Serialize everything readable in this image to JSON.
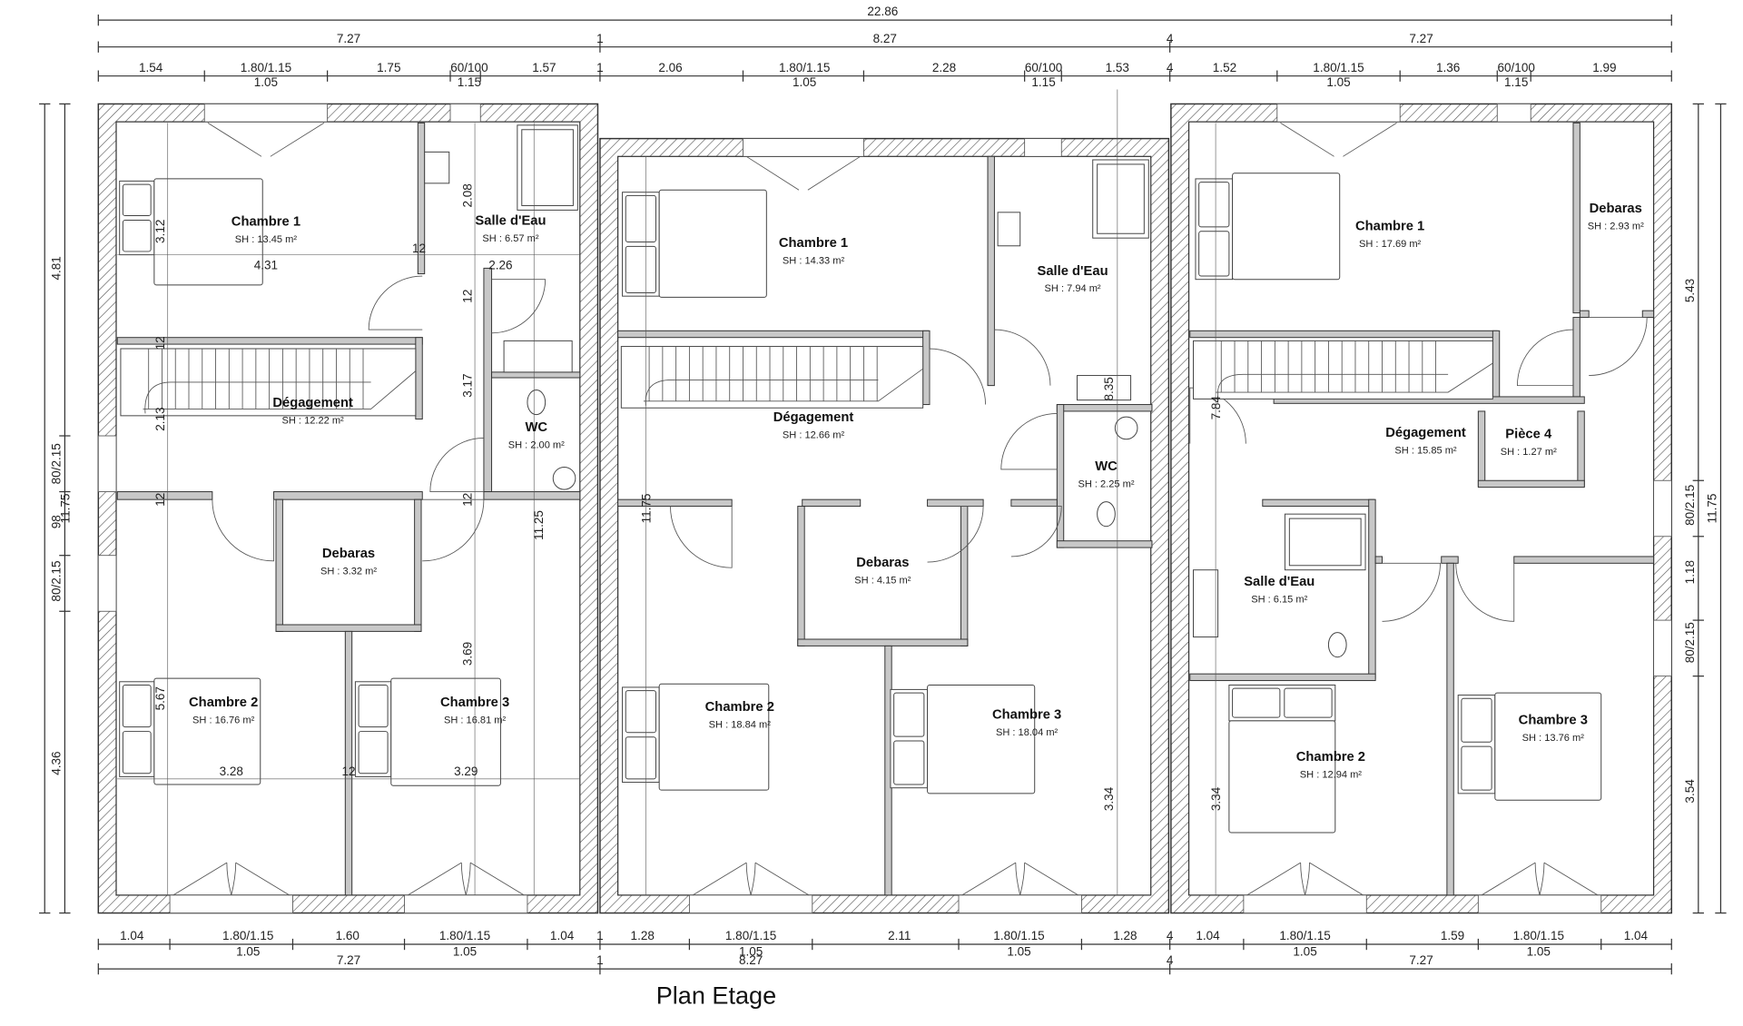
{
  "title": "Plan Etage",
  "colors": {
    "lines": "#333333",
    "walls_hatch": "#555555",
    "background": "#ffffff"
  },
  "dimensions": {
    "overall": "22.86",
    "top_units": [
      "7.27",
      "8.27",
      "7.27"
    ],
    "unit_separators": [
      "1",
      "4"
    ],
    "top_segments": [
      "1.54",
      "1.80/1.15",
      "1.05",
      "1.75",
      "60/100",
      "1.15",
      "1.57",
      "2.06",
      "1.80/1.15",
      "1.05",
      "2.28",
      "60/100",
      "1.15",
      "1.53",
      "1.52",
      "1.80/1.15",
      "1.05",
      "1.36",
      "60/100",
      "1.15",
      "1.99"
    ],
    "bottom_segments": [
      "1.04",
      "1.80/1.15",
      "1.05",
      "1.60",
      "1.80/1.15",
      "1.05",
      "1.04",
      "1.28",
      "1.80/1.15",
      "1.05",
      "2.11",
      "1.80/1.15",
      "1.05",
      "1.28",
      "1.04",
      "1.80/1.15",
      "1.05",
      "1.59",
      "1.80/1.15",
      "1.05",
      "1.04"
    ],
    "bottom_units": [
      "7.27",
      "8.27",
      "7.27"
    ],
    "left": [
      "11.75",
      "4.81",
      "80/2.15",
      "98",
      "80/2.15",
      "4.36"
    ],
    "right": [
      "5.43",
      "80/2.15",
      "1.18",
      "80/2.15",
      "3.54",
      "11.75"
    ],
    "interior": [
      "3.12",
      "4.31",
      "12",
      "2.08",
      "2.26",
      "12",
      "12",
      "2.13",
      "3.17",
      "12",
      "12",
      "11.25",
      "5.67",
      "3.69",
      "3.28",
      "12",
      "3.29",
      "11.75",
      "8.35",
      "3.34",
      "7.84",
      "3.34"
    ]
  },
  "rooms": [
    {
      "name": "Chambre 1",
      "area": "SH : 13.45 m²"
    },
    {
      "name": "Salle d'Eau",
      "area": "SH : 6.57 m²"
    },
    {
      "name": "Dégagement",
      "area": "SH : 12.22 m²"
    },
    {
      "name": "WC",
      "area": "SH : 2.00 m²"
    },
    {
      "name": "Debaras",
      "area": "SH : 3.32 m²"
    },
    {
      "name": "Chambre 2",
      "area": "SH : 16.76 m²"
    },
    {
      "name": "Chambre 3",
      "area": "SH : 16.81 m²"
    },
    {
      "name": "Chambre 1",
      "area": "SH : 14.33 m²"
    },
    {
      "name": "Salle d'Eau",
      "area": "SH : 7.94 m²"
    },
    {
      "name": "Dégagement",
      "area": "SH : 12.66 m²"
    },
    {
      "name": "WC",
      "area": "SH : 2.25 m²"
    },
    {
      "name": "Debaras",
      "area": "SH : 4.15 m²"
    },
    {
      "name": "Chambre 2",
      "area": "SH : 18.84 m²"
    },
    {
      "name": "Chambre 3",
      "area": "SH : 18.04 m²"
    },
    {
      "name": "Chambre 1",
      "area": "SH : 17.69 m²"
    },
    {
      "name": "Debaras",
      "area": "SH : 2.93 m²"
    },
    {
      "name": "Dégagement",
      "area": "SH : 15.85 m²"
    },
    {
      "name": "Pièce 4",
      "area": "SH : 1.27 m²"
    },
    {
      "name": "Salle d'Eau",
      "area": "SH : 6.15 m²"
    },
    {
      "name": "Chambre 2",
      "area": "SH : 12.94 m²"
    },
    {
      "name": "Chambre 3",
      "area": "SH : 13.76 m²"
    }
  ]
}
